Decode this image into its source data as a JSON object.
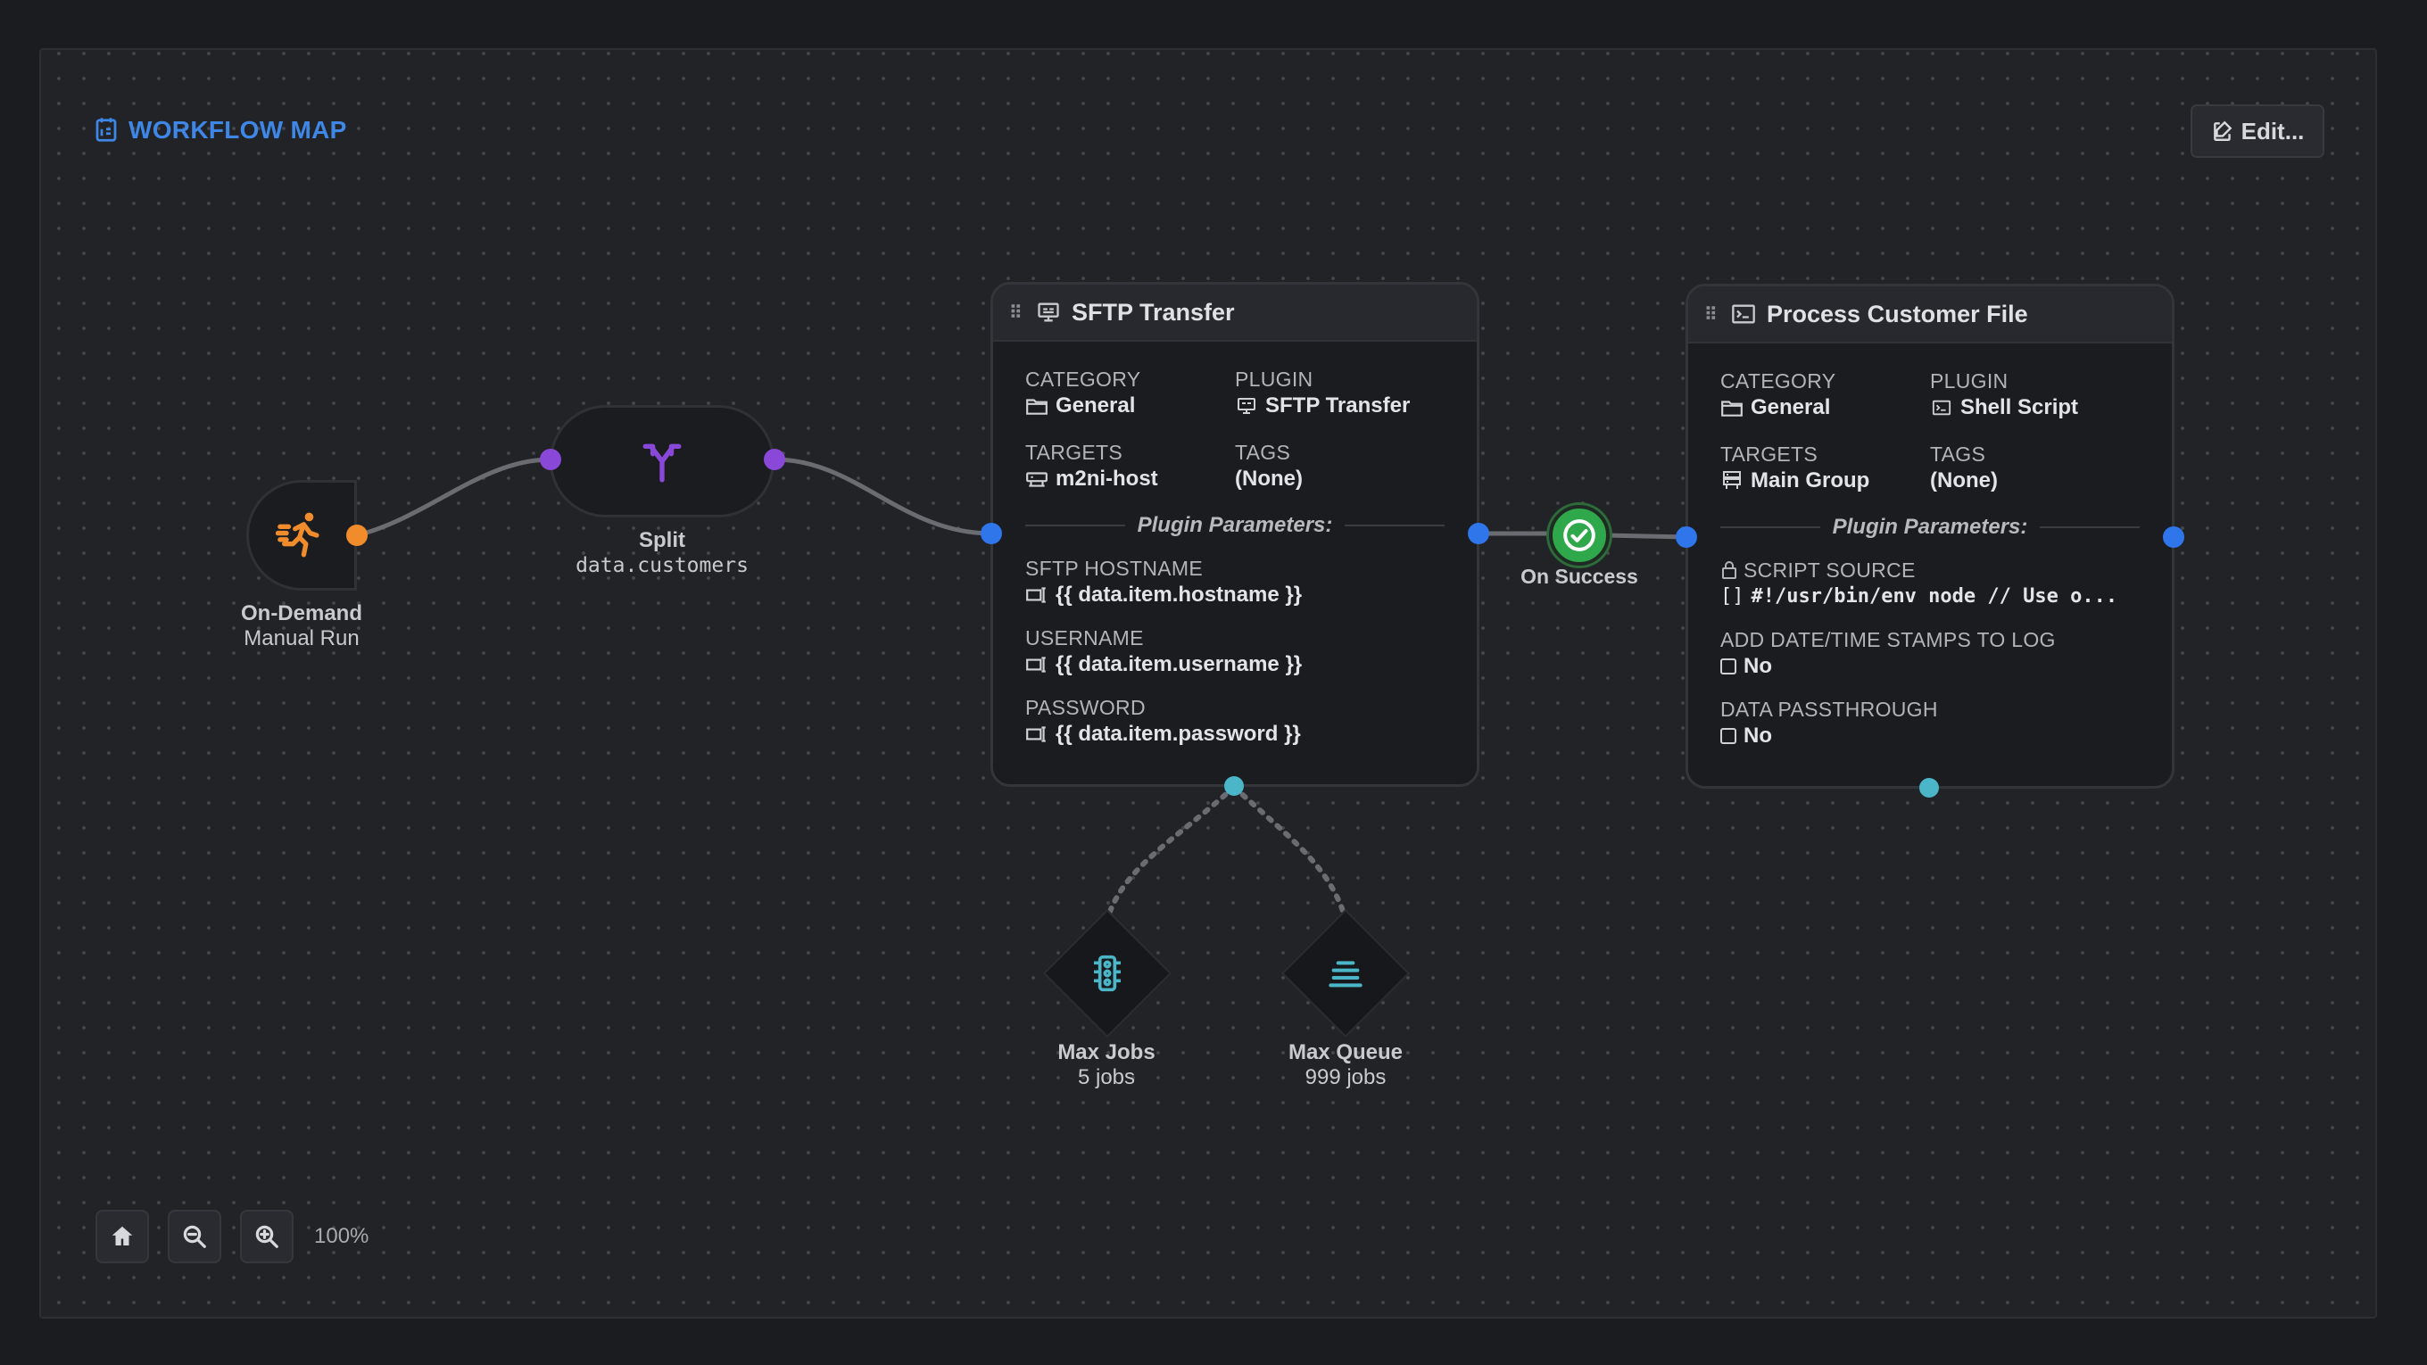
{
  "header": {
    "title": "WORKFLOW MAP",
    "edit_label": "Edit..."
  },
  "trigger": {
    "name": "On-Demand",
    "sub": "Manual Run"
  },
  "split": {
    "name": "Split",
    "path": "data.customers"
  },
  "sftp_card": {
    "title": "SFTP Transfer",
    "category_label": "CATEGORY",
    "category_value": "General",
    "plugin_label": "PLUGIN",
    "plugin_value": "SFTP Transfer",
    "targets_label": "TARGETS",
    "targets_value": "m2ni-host",
    "tags_label": "TAGS",
    "tags_value": "(None)",
    "params_heading": "Plugin Parameters:",
    "params": [
      {
        "label": "SFTP HOSTNAME",
        "value": "{{ data.item.hostname }}"
      },
      {
        "label": "USERNAME",
        "value": "{{ data.item.username }}"
      },
      {
        "label": "PASSWORD",
        "value": "{{ data.item.password }}"
      }
    ]
  },
  "condition": {
    "label": "On Success"
  },
  "process_card": {
    "title": "Process Customer File",
    "category_label": "CATEGORY",
    "category_value": "General",
    "plugin_label": "PLUGIN",
    "plugin_value": "Shell Script",
    "targets_label": "TARGETS",
    "targets_value": "Main Group",
    "tags_label": "TAGS",
    "tags_value": "(None)",
    "params_heading": "Plugin Parameters:",
    "script_label": "SCRIPT SOURCE",
    "script_value": "#!/usr/bin/env node // Use o...",
    "timestamps_label": "ADD DATE/TIME STAMPS TO LOG",
    "timestamps_value": "No",
    "passthrough_label": "DATA PASSTHROUGH",
    "passthrough_value": "No"
  },
  "limits": [
    {
      "name": "Max Jobs",
      "value": "5 jobs",
      "icon": "traffic-light-icon"
    },
    {
      "name": "Max Queue",
      "value": "999 jobs",
      "icon": "queue-icon"
    }
  ],
  "zoom": {
    "level": "100%"
  },
  "colors": {
    "accent": "#3f87e6",
    "trigger": "#f08c2c",
    "split": "#8a48d8",
    "port": "#2f76ea",
    "limit": "#4ab6c8",
    "success": "#2ea84a"
  }
}
